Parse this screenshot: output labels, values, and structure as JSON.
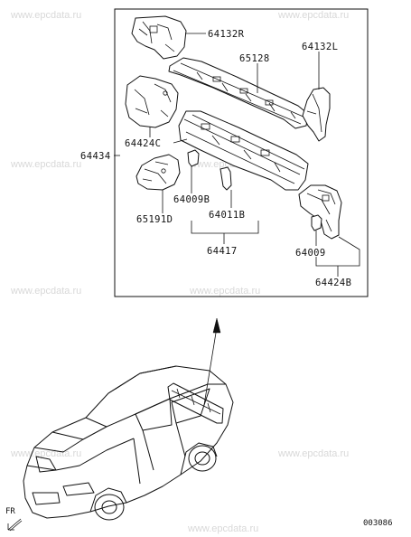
{
  "watermark": "www.epcdata.ru",
  "diagram": {
    "labels": {
      "p64132R": "64132R",
      "p65128": "65128",
      "p64132L": "64132L",
      "p64434": "64434",
      "p64424C": "64424C",
      "p64009B": "64009B",
      "p64011B": "64011B",
      "p65191D": "65191D",
      "p64417": "64417",
      "p64009": "64009",
      "p64424B": "64424B"
    },
    "direction": "FR",
    "code": "003086"
  }
}
